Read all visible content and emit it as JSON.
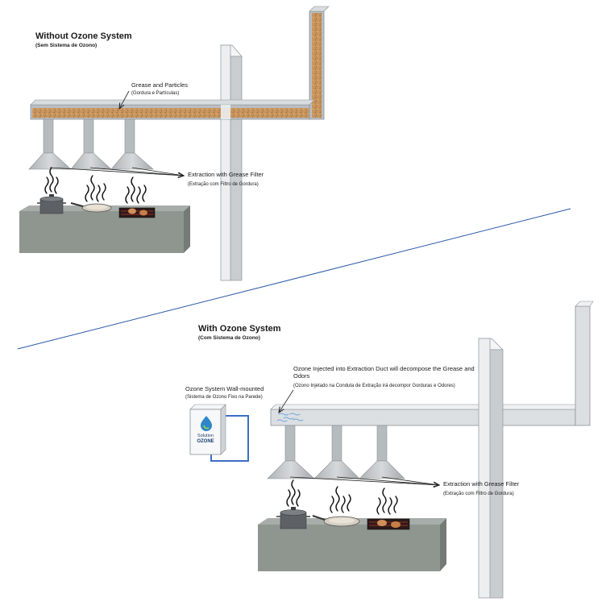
{
  "without": {
    "title": "Without Ozone System",
    "subtitle": "(Sem Sistema de Ozono)",
    "grease_label": "Grease and Particles",
    "grease_sub": "(Gordura e Partículas)",
    "extraction_label": "Extraction with Grease Filter",
    "extraction_sub": "(Extração com Filtro de Gordura)"
  },
  "with": {
    "title": "With Ozone System",
    "subtitle": "(Com Sistema de Ozono)",
    "unit_label": "Ozone System Wall-mounted",
    "unit_sub": "(Sistema de Ozono Fixo na Parede)",
    "injected_label": "Ozone Injected into Extraction Duct will decompose the Grease and Odors",
    "injected_sub": "(Ozono Injetado na Conduta de Extração irá decompor Gorduras e Odores)",
    "extraction_label": "Extraction with Grease Filter",
    "extraction_sub": "(Extração com Filtro de Gordura)",
    "logo_line1": "Solution",
    "logo_line2": "OZONE"
  },
  "colors": {
    "grease": "#c8955e",
    "duct": "#d9dde0",
    "wall": "#e9ecee",
    "counter": "#8f9690",
    "divider": "#2a5aa8",
    "pipe": "#3b6fc4"
  },
  "icons": [
    "steam-icon",
    "pot-icon",
    "pan-icon",
    "grill-icon",
    "ozone-unit-icon"
  ]
}
